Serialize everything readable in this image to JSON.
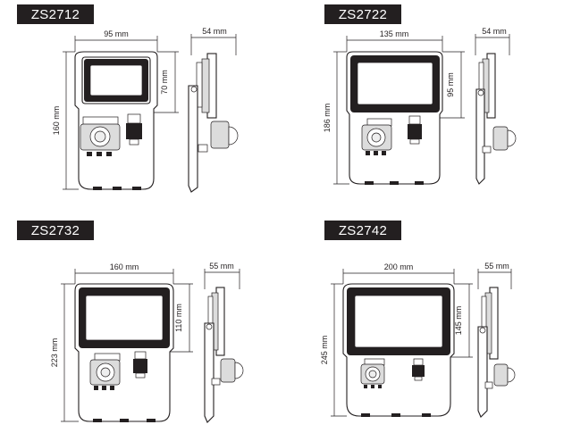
{
  "models": [
    {
      "code": "ZS2712",
      "width": "95 mm",
      "height": "160 mm",
      "panel_height": "70 mm",
      "depth": "54 mm"
    },
    {
      "code": "ZS2722",
      "width": "135 mm",
      "height": "186 mm",
      "panel_height": "95 mm",
      "depth": "54 mm"
    },
    {
      "code": "ZS2732",
      "width": "160 mm",
      "height": "223 mm",
      "panel_height": "110 mm",
      "depth": "55 mm"
    },
    {
      "code": "ZS2742",
      "width": "200 mm",
      "height": "245 mm",
      "panel_height": "145 mm",
      "depth": "55 mm"
    }
  ],
  "colors": {
    "line": "#231f20",
    "tag_bg": "#231f20",
    "tag_text": "#ffffff"
  }
}
